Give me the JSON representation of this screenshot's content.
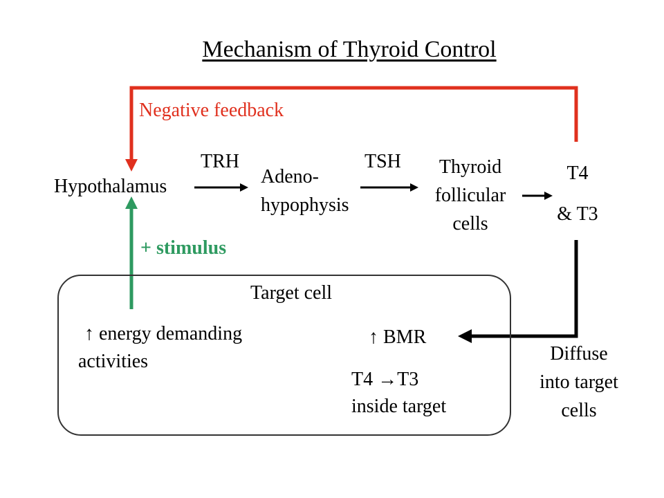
{
  "title": "Mechanism of Thyroid Control",
  "colors": {
    "negative": "#e0301e",
    "positive": "#2e9a60",
    "arrow": "#000000"
  },
  "nodes": {
    "hypothalamus": "Hypothalamus",
    "adeno_line1": "Adeno-",
    "adeno_line2": "hypophysis",
    "thyroid_line1": "Thyroid",
    "thyroid_line2": "follicular",
    "thyroid_line3": "cells",
    "t4_line1": "T4",
    "t4_line2": "& T3"
  },
  "edges": {
    "trh": "TRH",
    "tsh": "TSH",
    "negative_feedback": "Negative feedback",
    "stimulus": "+ stimulus"
  },
  "target_cell": {
    "title": "Target cell",
    "energy_line1": "↑ energy demanding",
    "energy_line2": "activities",
    "bmr": "↑ BMR",
    "conversion_line1": "T4 →T3",
    "conversion_line2": "inside target"
  },
  "diffuse": {
    "line1": "Diffuse",
    "line2": "into target",
    "line3": "cells"
  }
}
